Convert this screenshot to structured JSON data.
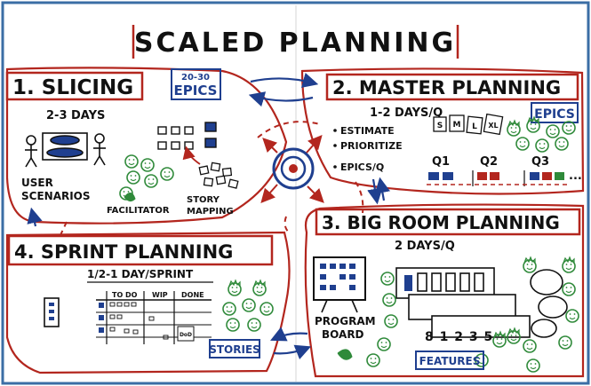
{
  "title": "SCALED PLANNING",
  "colors": {
    "ink": "#111111",
    "red": "#b3261e",
    "blue": "#1f3f8f",
    "green": "#2f8a3a",
    "frame": "#3b6ea5"
  },
  "sections": {
    "slicing": {
      "heading": "1. SLICING",
      "duration": "2-3 DAYS",
      "badge_line1": "20-30",
      "badge_line2": "EPICS",
      "user_scenarios_line1": "USER",
      "user_scenarios_line2": "SCENARIOS",
      "facilitator": "FACILITATOR",
      "story_mapping_line1": "STORY",
      "story_mapping_line2": "MAPPING"
    },
    "master": {
      "heading": "2. MASTER PLANNING",
      "duration": "1-2 DAYS/Q",
      "badge": "EPICS",
      "bullets": [
        "ESTIMATE",
        "PRIORITIZE",
        "EPICS/Q"
      ],
      "sizes": [
        "S",
        "M",
        "L",
        "XL"
      ],
      "quarters": [
        "Q1",
        "Q2",
        "Q3",
        "..."
      ]
    },
    "big_room": {
      "heading": "3. BIG ROOM PLANNING",
      "duration": "2 DAYS/Q",
      "program_board_line1": "PROGRAM",
      "program_board_line2": "BOARD",
      "feature_numbers": "8 1 2 3 5",
      "badge": "FEATURES"
    },
    "sprint": {
      "heading": "4. SPRINT PLANNING",
      "duration": "1/2-1 DAY/SPRINT",
      "columns": [
        "TO DO",
        "WIP",
        "DONE"
      ],
      "dod": "DoD",
      "badge": "STORIES"
    }
  }
}
